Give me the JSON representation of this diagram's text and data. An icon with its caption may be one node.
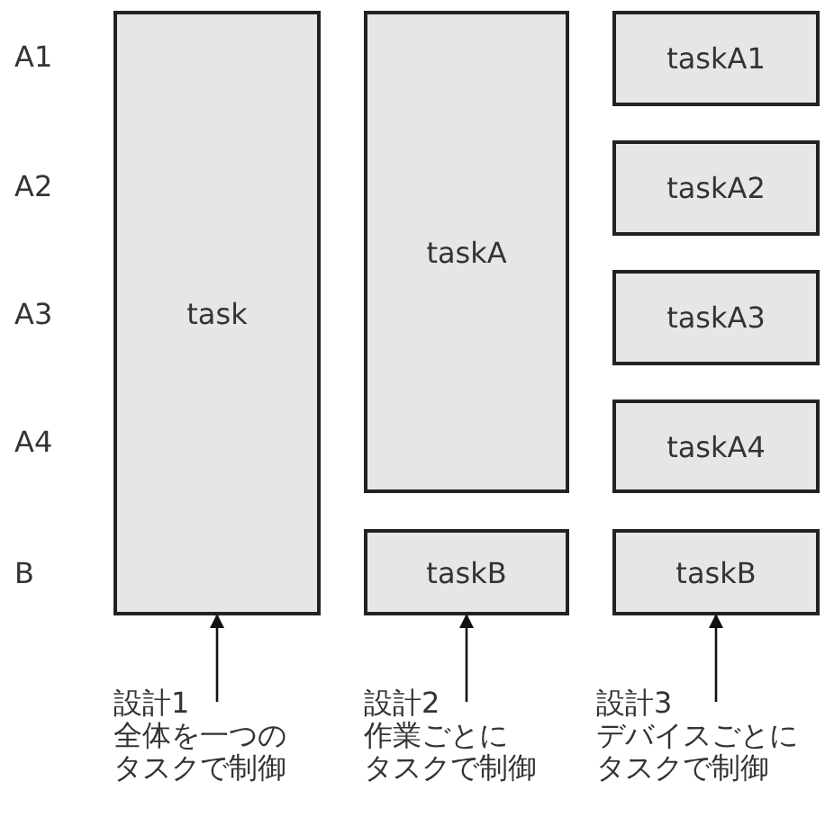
{
  "diagram": {
    "nodes": [
      {
        "text": [
          "task"
        ]
      },
      {
        "text": [
          "taskA"
        ]
      },
      {
        "text": [
          "taskB"
        ]
      },
      {
        "text": [
          "taskA1"
        ]
      },
      {
        "text": [
          "taskA2"
        ]
      },
      {
        "text": [
          "taskA3"
        ]
      },
      {
        "text": [
          "taskA4"
        ]
      },
      {
        "text": [
          "taskB"
        ]
      },
      {
        "text": [
          "設計1",
          "全体を一つのタスクで制御"
        ]
      },
      {
        "text": [
          "設計2",
          "作業ごとにタスクで制御"
        ]
      },
      {
        "text": [
          "設計3",
          "デバイスごとにタスクで制御"
        ]
      }
    ],
    "edges": [
      {
        "from": 8,
        "to": 0,
        "arrow": "to"
      },
      {
        "from": 9,
        "to": 2,
        "arrow": "to"
      },
      {
        "from": 10,
        "to": 7,
        "arrow": "to"
      }
    ],
    "labels": [
      "A1",
      "A2",
      "A3",
      "A4",
      "B"
    ]
  }
}
